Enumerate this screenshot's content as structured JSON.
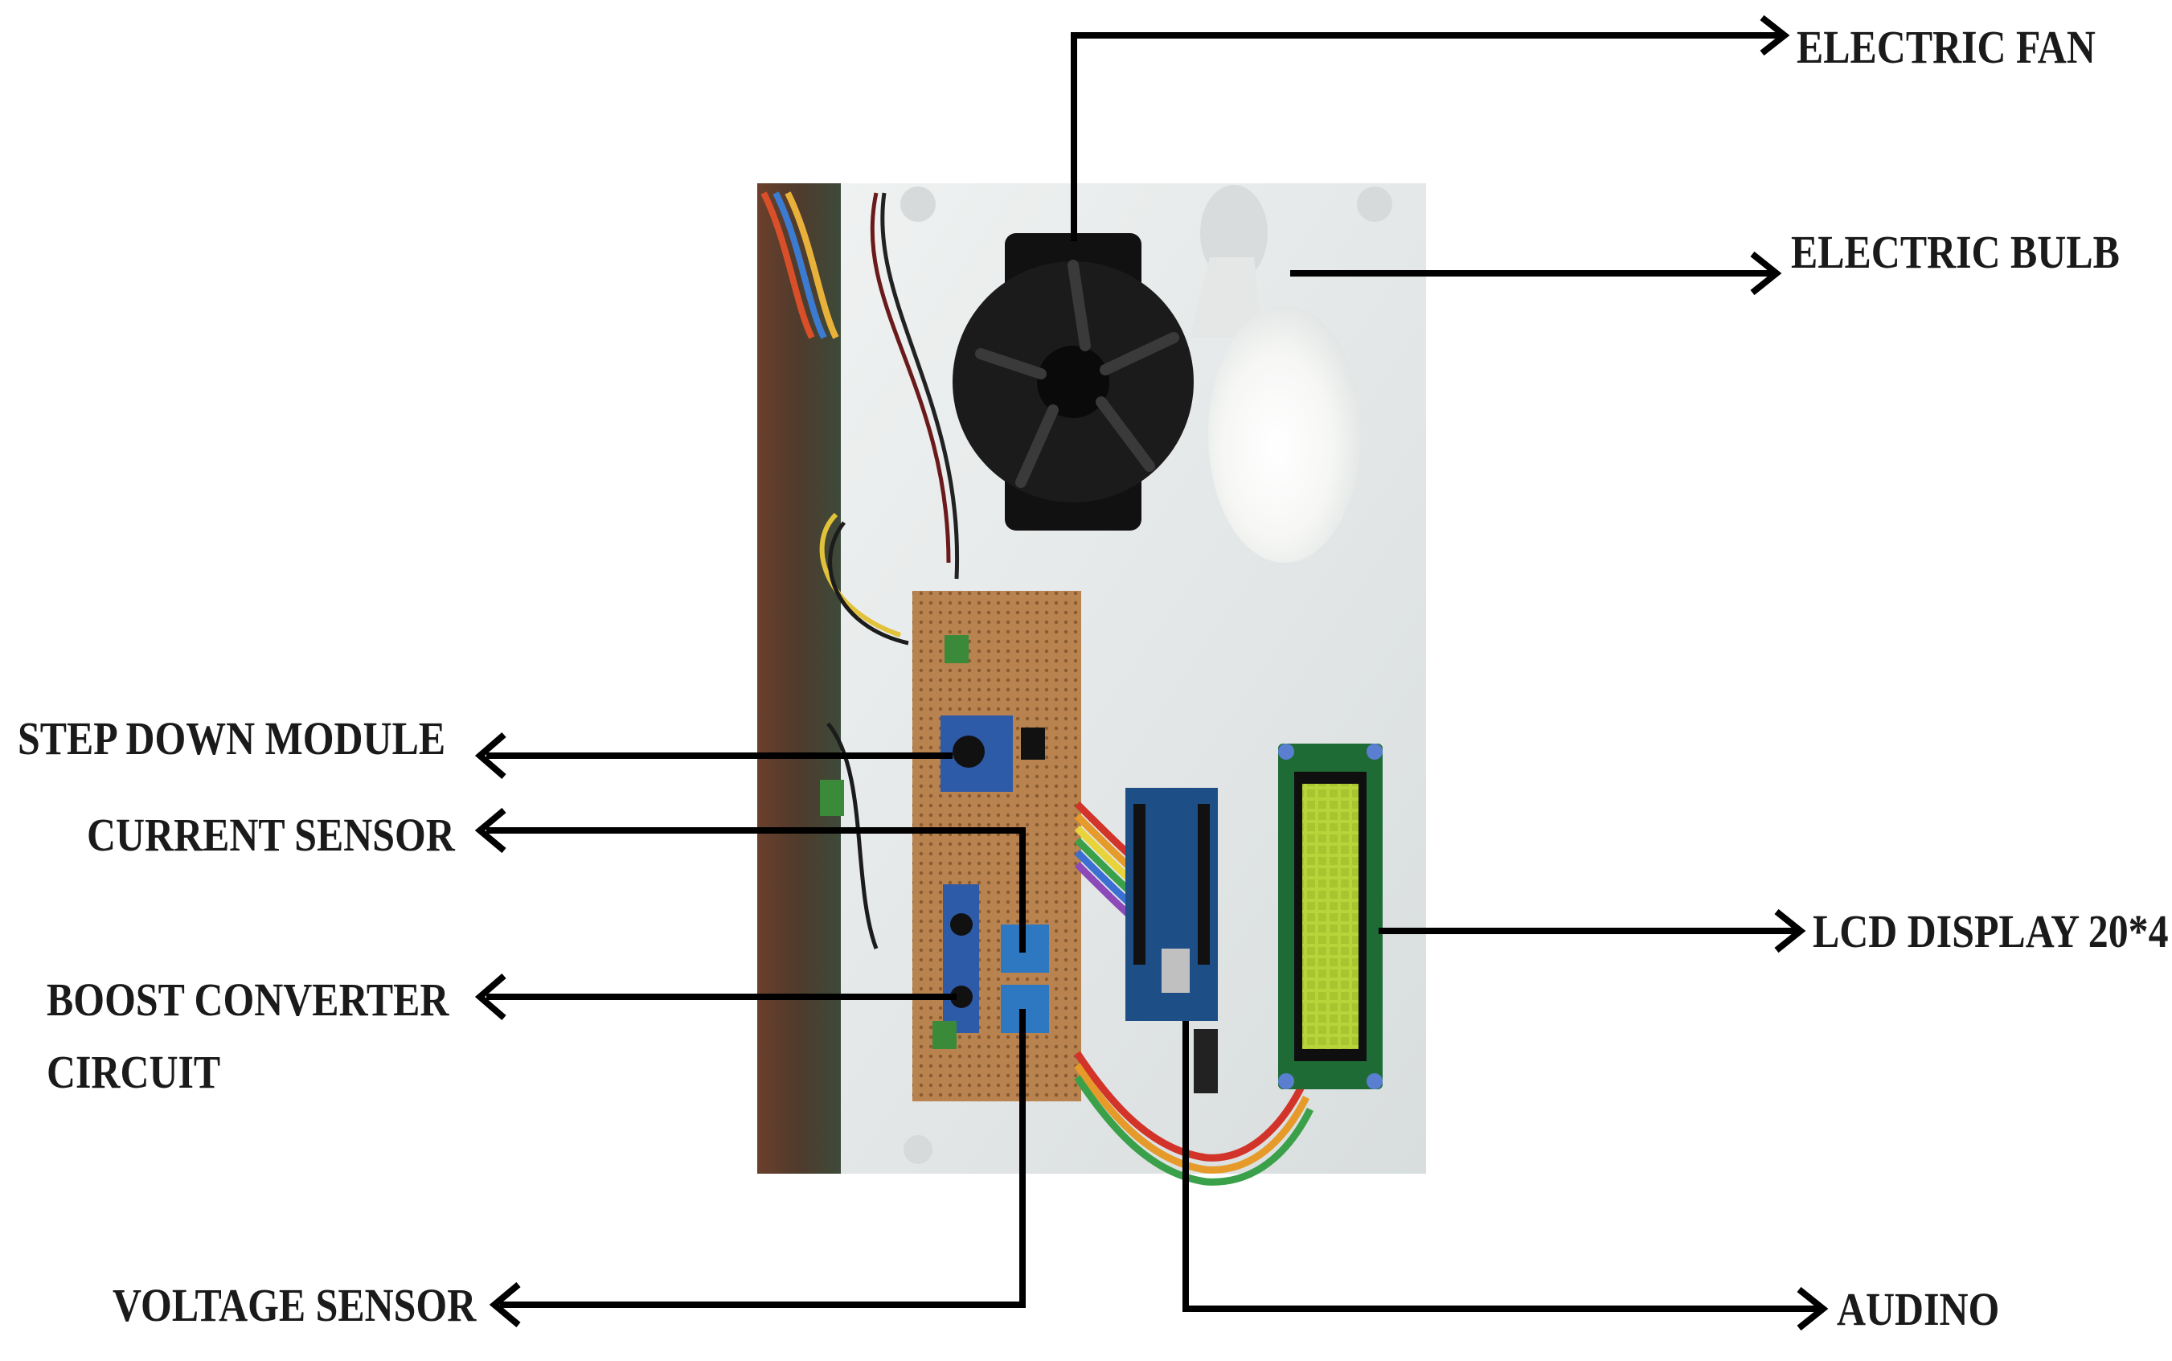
{
  "labels": {
    "electric_fan": "ELECTRIC FAN",
    "electric_bulb": "ELECTRIC BULB",
    "step_down_module": "STEP DOWN MODULE",
    "current_sensor": "CURRENT SENSOR",
    "boost_converter_line1": "BOOST CONVERTER",
    "boost_converter_line2": "CIRCUIT",
    "lcd_display": "LCD DISPLAY 20*4",
    "voltage_sensor": "VOLTAGE SENSOR",
    "audino": "AUDINO"
  },
  "colors": {
    "arrow": "#000000",
    "label_text": "#1a1a1a",
    "pcb": "#b8834f",
    "board_blue": "#1d4f86",
    "lcd_green": "#b9d33a",
    "fan_black": "#111111",
    "enclosure": "#e9ecec"
  }
}
